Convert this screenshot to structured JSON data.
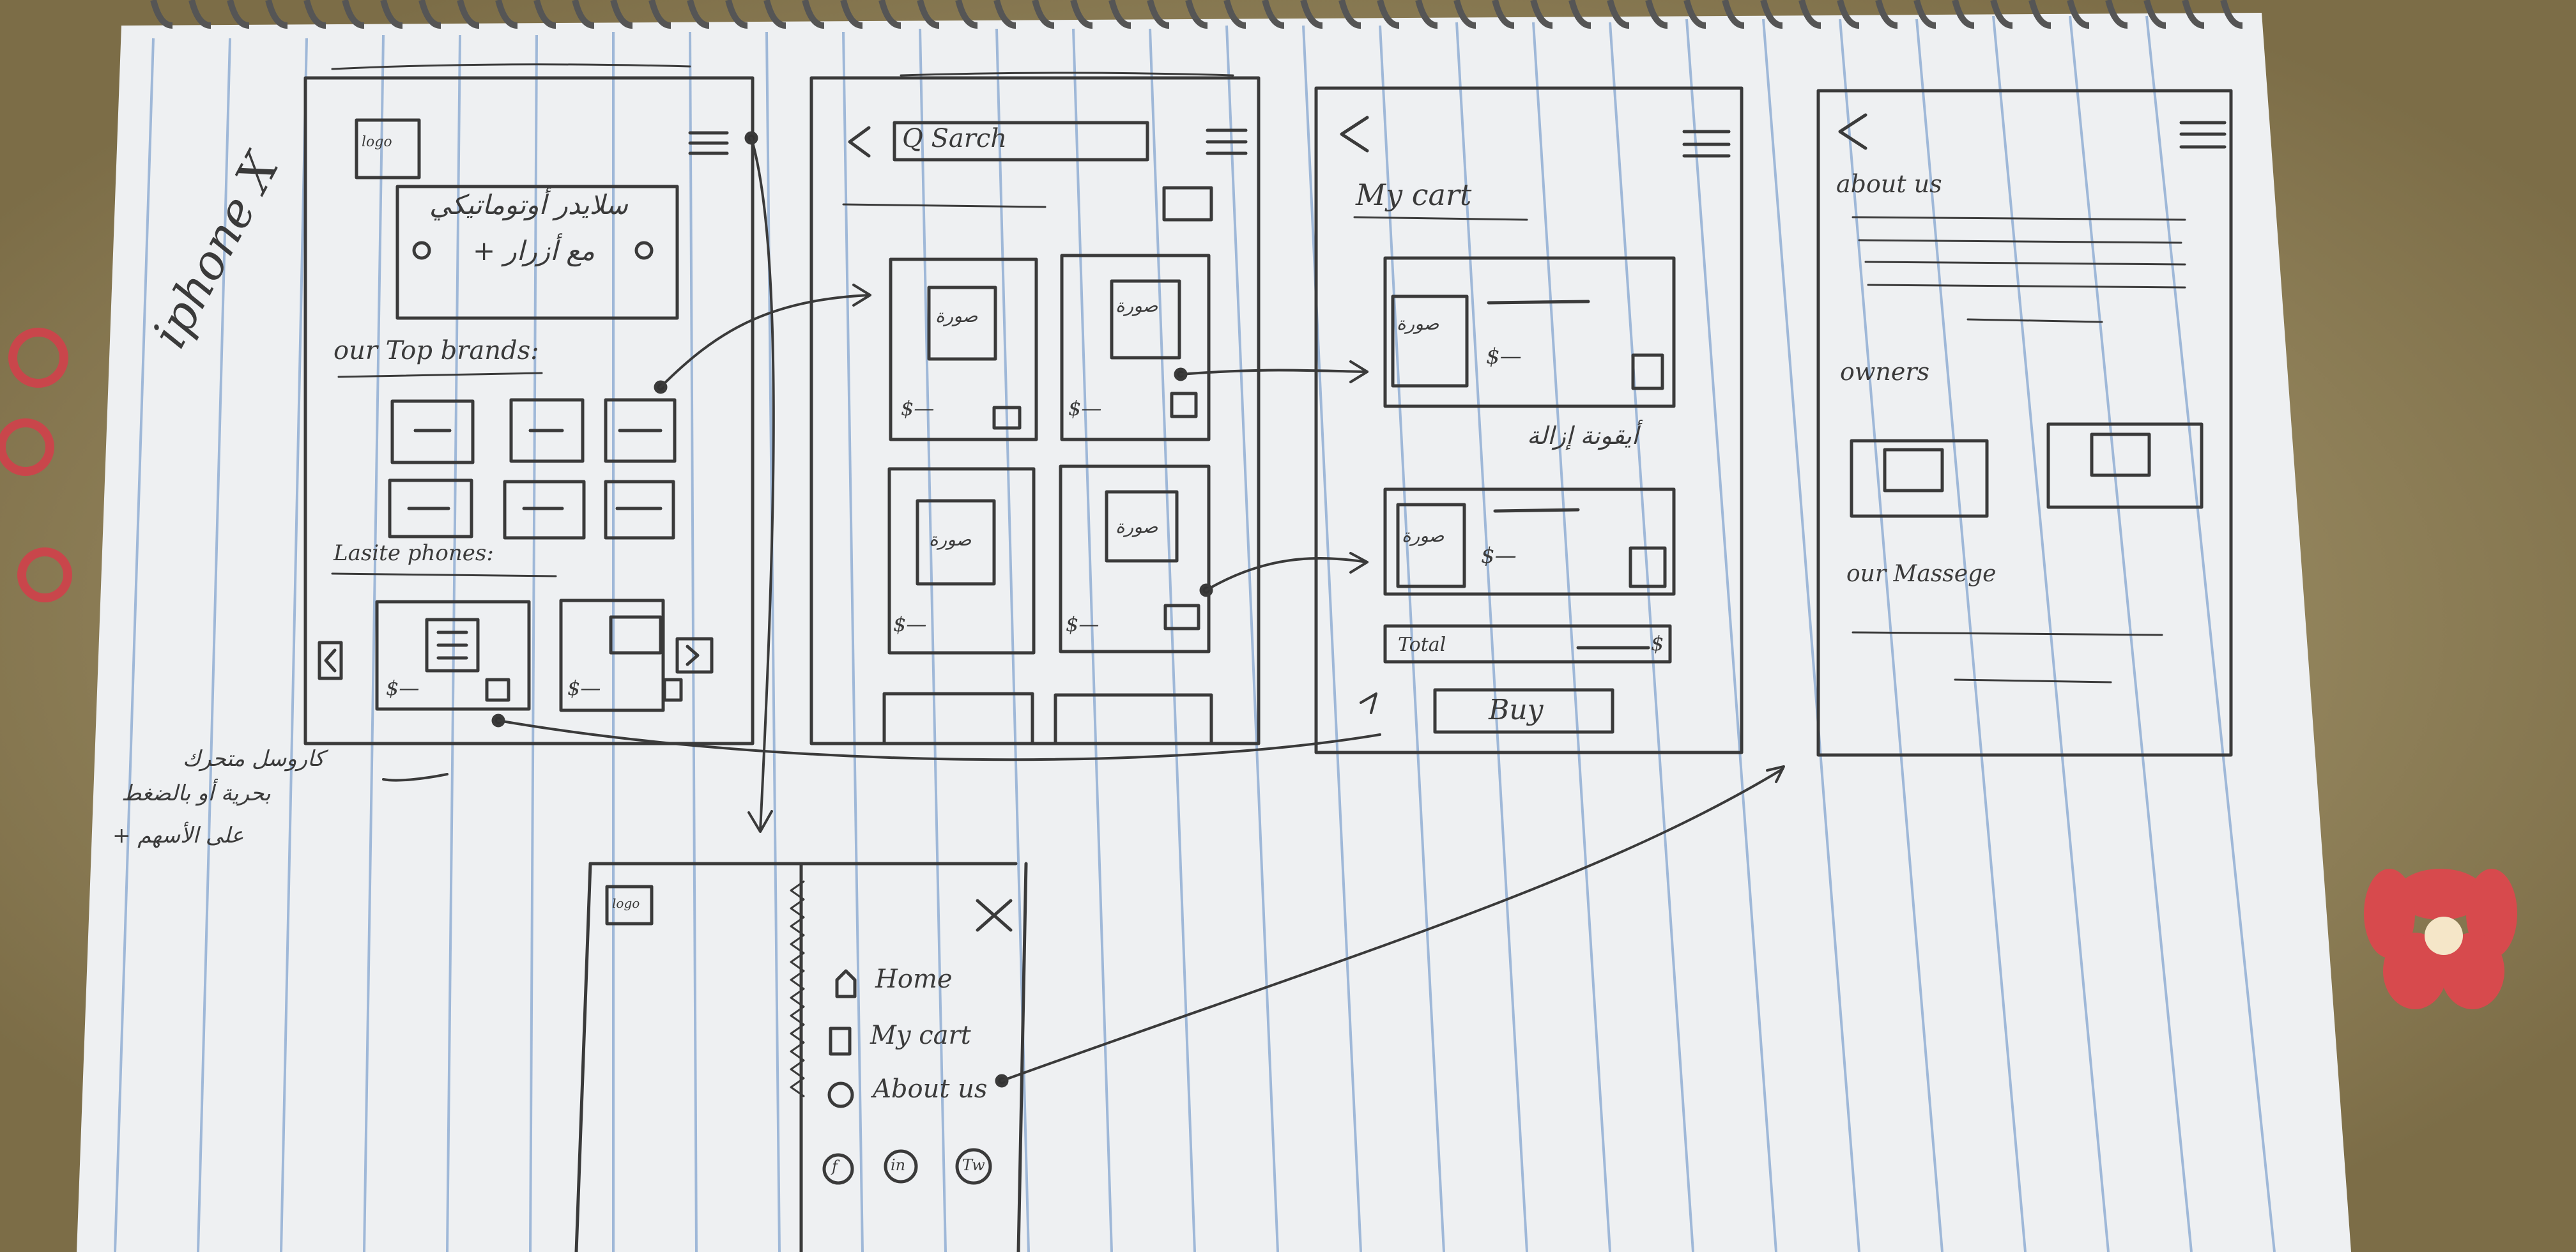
{
  "screen_home": {
    "logo_label": "logo",
    "slider_text_line1": "سلايدر أوتوماتيكي",
    "slider_text_line2": "+ مع أزرار",
    "section_top_brands": "our Top brands:",
    "section_latest_phones": "Lasite phones:",
    "product_price": "$—"
  },
  "screen_search": {
    "search_placeholder": "Q Sarch",
    "product_image_label": "صورة",
    "product_price": "$—"
  },
  "screen_cart": {
    "title": "My cart",
    "product_image_label": "صورة",
    "product_price": "$—",
    "quantity_note": "أيقونة إزالة",
    "total_label": "Total",
    "total_value": "$",
    "buy_label": "Buy"
  },
  "screen_about": {
    "about_title": "about us",
    "owners_title": "owners",
    "message_title": "our Massege"
  },
  "menu": {
    "logo_label": "logo",
    "close_glyph": "X",
    "items": [
      {
        "label": "Home",
        "icon": "home-icon"
      },
      {
        "label": "My cart",
        "icon": "cart-icon"
      },
      {
        "label": "About us",
        "icon": "info-icon"
      }
    ],
    "social": [
      {
        "label": "f",
        "icon": "facebook-icon"
      },
      {
        "label": "in",
        "icon": "linkedin-icon"
      },
      {
        "label": "Tw",
        "icon": "twitter-icon"
      }
    ]
  },
  "annotations": {
    "device_label": "iphone X",
    "slider_note_line1": "كاروسل متحرك",
    "slider_note_line2": "بحرية أو بالضغط",
    "slider_note_line3": "+ على الأسهم"
  }
}
